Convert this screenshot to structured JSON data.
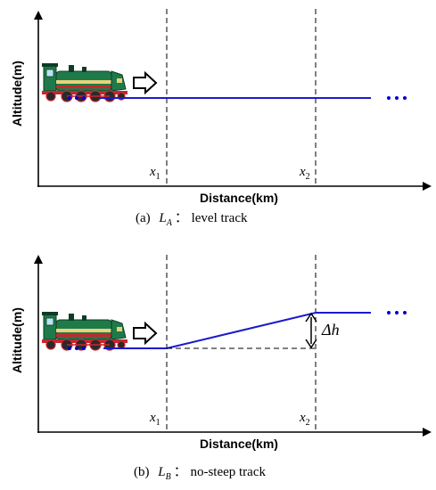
{
  "panels": [
    {
      "y_axis_label": "Altitude(m)",
      "x_axis_label": "Distance(km)",
      "marker_1": "x",
      "marker_1_sub": "1",
      "marker_2": "x",
      "marker_2_sub": "2",
      "caption_prefix": "(a)",
      "caption_symbol": "L",
      "caption_symbol_sub": "A",
      "caption_text": "：  level track"
    },
    {
      "y_axis_label": "Altitude(m)",
      "x_axis_label": "Distance(km)",
      "marker_1": "x",
      "marker_1_sub": "1",
      "marker_2": "x",
      "marker_2_sub": "2",
      "caption_prefix": "(b)",
      "caption_symbol": "L",
      "caption_symbol_sub": "B",
      "caption_text": "：  no-steep track",
      "height_change_label": "Δh"
    }
  ],
  "colors": {
    "track": "#1a1acc",
    "axis": "#000000",
    "locomotive_body": "#1f7a4a",
    "locomotive_accent": "#c8262e"
  }
}
